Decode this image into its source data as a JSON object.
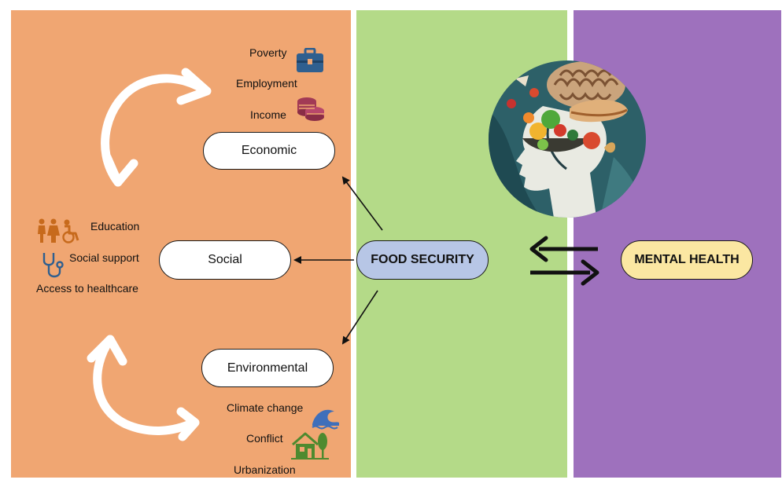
{
  "colors": {
    "economic_panel": "#f0a672",
    "food_panel": "#b4da88",
    "mental_panel": "#9e71bd",
    "food_security_pill": "#b7c6e6",
    "mental_health_pill": "#fbe7a2",
    "icon_blue": "#2f5f8f",
    "icon_crimson": "#a23a55",
    "icon_orange": "#c76a1c",
    "icon_green": "#4e8a2f"
  },
  "nodes": {
    "economic": "Economic",
    "social": "Social",
    "environmental": "Environmental",
    "food_security": "FOOD SECURITY",
    "mental_health": "MENTAL HEALTH"
  },
  "economic_factors": [
    "Poverty",
    "Employment",
    "Income"
  ],
  "social_factors": [
    "Education",
    "Social support",
    "Access to healthcare"
  ],
  "environmental_factors": [
    "Climate change",
    "Conflict",
    "Urbanization"
  ],
  "icons": {
    "poverty": "briefcase-icon",
    "income": "coin-stack-icon",
    "education": "family-wheelchair-icon",
    "social_support": "stethoscope-icon",
    "climate_change": "wave-icon",
    "conflict": "house-tree-icon",
    "illustration": "brain-food-head-illustration"
  },
  "edges": [
    {
      "from": "food_security",
      "to": "economic"
    },
    {
      "from": "food_security",
      "to": "social"
    },
    {
      "from": "food_security",
      "to": "environmental"
    },
    {
      "from": "food_security",
      "to": "mental_health",
      "bidirectional": true
    }
  ]
}
